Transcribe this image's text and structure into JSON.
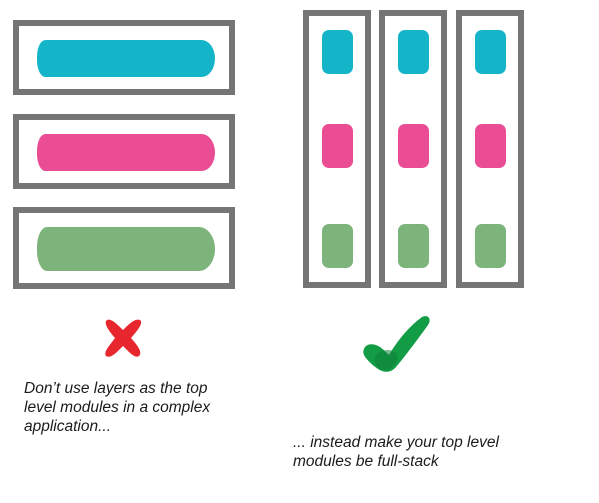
{
  "colors": {
    "frame": "#757575",
    "presentation": "#14b5c9",
    "logic": "#ea4d93",
    "data": "#7db47b",
    "cross": "#e8262e",
    "check": "#129c45",
    "text": "#1b1b1b"
  },
  "left_panel": {
    "layers": [
      "presentation",
      "logic",
      "data"
    ],
    "icon": "cross-icon",
    "caption_lines": [
      "Don’t use layers as the top",
      "level modules in a complex",
      "application..."
    ]
  },
  "right_panel": {
    "stacks": 3,
    "modules_per_stack": [
      "presentation",
      "logic",
      "data"
    ],
    "icon": "check-icon",
    "caption_lines": [
      "... instead make your top level",
      "modules be full-stack"
    ]
  }
}
